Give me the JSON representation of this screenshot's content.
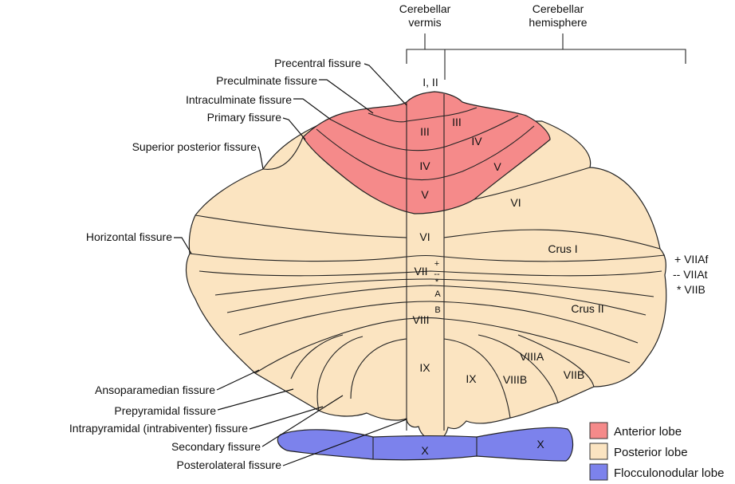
{
  "brackets": {
    "vermis": [
      "Cerebellar",
      "vermis"
    ],
    "hemisphere": [
      "Cerebellar",
      "hemisphere"
    ]
  },
  "fissures": {
    "precentral": "Precentral fissure",
    "preculminate": "Preculminate fissure",
    "intraculminate": "Intraculminate fissure",
    "primary": "Primary fissure",
    "superior_posterior": "Superior posterior fissure",
    "horizontal": "Horizontal fissure",
    "ansoparamedian": "Ansoparamedian fissure",
    "prepyramidal": "Prepyramidal fissure",
    "intrapyramidal": "Intrapyramidal (intrabiventer) fissure",
    "secondary": "Secondary fissure",
    "posterolateral": "Posterolateral fissure"
  },
  "lobules": {
    "i_ii": "I, II",
    "iii_v": "III",
    "iii_h": "III",
    "iv_v": "IV",
    "iv_h": "IV",
    "v_v": "V",
    "v_h": "V",
    "vi_v": "VI",
    "vi_h": "VI",
    "crus1": "Crus I",
    "crus2": "Crus II",
    "vii": "VII",
    "plus": "+",
    "dash": "--",
    "star": "*",
    "viii": "VIII",
    "a": "A",
    "b": "B",
    "ix_v": "IX",
    "ix_h": "IX",
    "viiia": "VIIIA",
    "viiib": "VIIIB",
    "viib": "VIIB",
    "x_v": "X",
    "x_h": "X"
  },
  "vii_key": [
    "+ VIIAf",
    "-- VIIAt",
    "* VIIB"
  ],
  "legend": [
    {
      "label": "Anterior lobe",
      "color": "#f58a8a"
    },
    {
      "label": "Posterior lobe",
      "color": "#fbe4c1"
    },
    {
      "label": "Flocculonodular lobe",
      "color": "#7c82ec"
    }
  ]
}
